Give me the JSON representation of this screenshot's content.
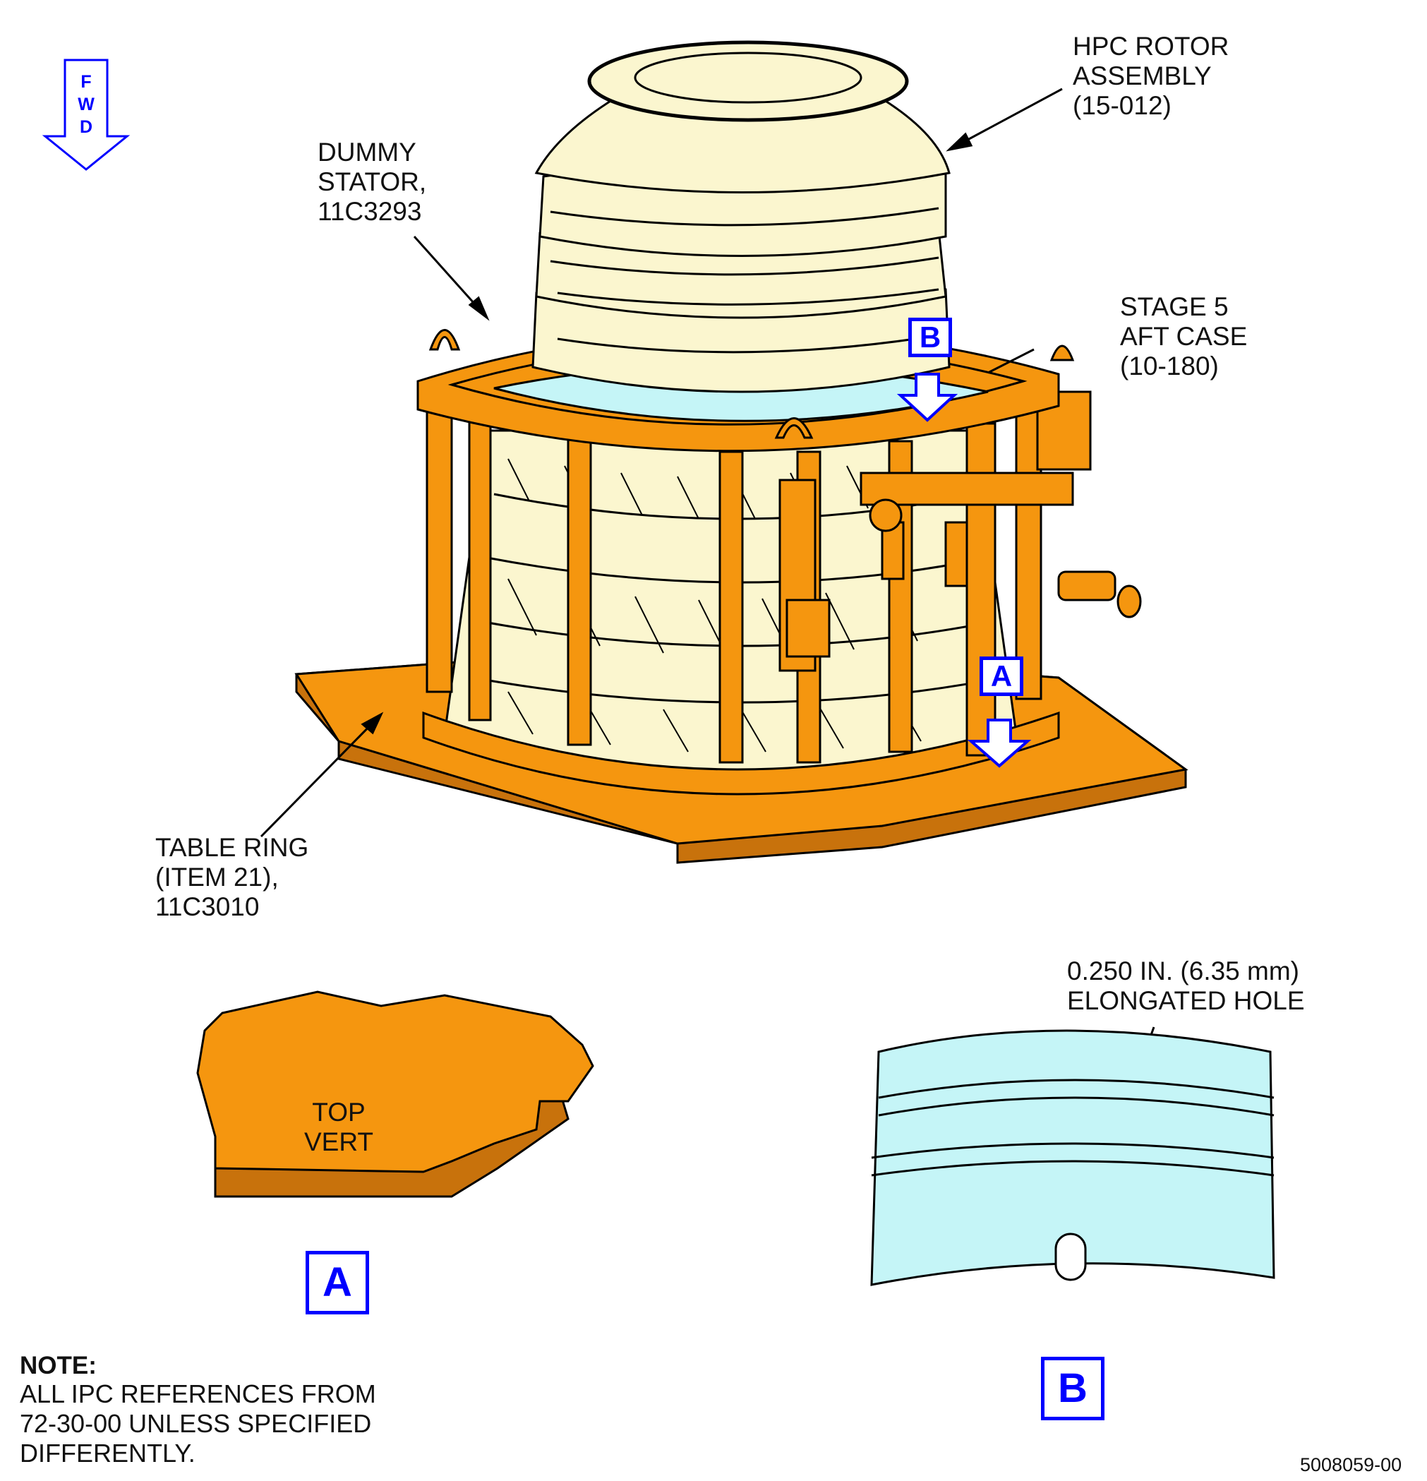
{
  "fwd_indicator": {
    "letters": [
      "F",
      "W",
      "D"
    ]
  },
  "callouts": {
    "hpc_rotor": "HPC ROTOR\nASSEMBLY\n(15-012)",
    "dummy_stator": "DUMMY\nSTATOR,\n11C3293",
    "stage5_case": "STAGE 5\nAFT CASE\n(10-180)",
    "table_ring": "TABLE RING\n(ITEM 21),\n11C3010",
    "elongated_hole": "0.250 IN. (6.35 mm)\nELONGATED HOLE"
  },
  "view_markers": {
    "a": "A",
    "b": "B"
  },
  "detail_a": {
    "label": "TOP\nVERT",
    "view": "A"
  },
  "detail_b": {
    "view": "B"
  },
  "note": {
    "heading": "NOTE:",
    "text": "ALL IPC REFERENCES FROM\n72-30-00 UNLESS SPECIFIED\nDIFFERENTLY."
  },
  "figure_number": "5008059-00",
  "colors": {
    "fixture": "#f5960f",
    "rotor": "#fbf6cf",
    "case": "#c5f5f7",
    "callout_blue": "#0000ff"
  }
}
